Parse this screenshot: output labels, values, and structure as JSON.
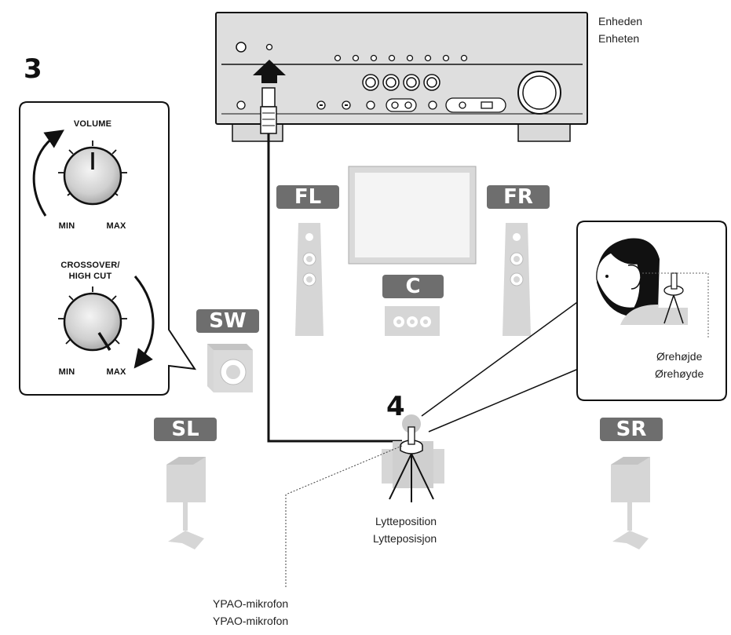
{
  "receiver": {
    "label_line1": "Enheden",
    "label_line2": "Enheten"
  },
  "steps": {
    "step3": "3",
    "step4": "4"
  },
  "knob_panel": {
    "volume_title": "VOLUME",
    "volume_min": "MIN",
    "volume_max": "MAX",
    "crossover_title_line1": "CROSSOVER/",
    "crossover_title_line2": "HIGH CUT",
    "crossover_min": "MIN",
    "crossover_max": "MAX"
  },
  "speakers": {
    "front_left": "FL",
    "front_right": "FR",
    "center": "C",
    "subwoofer": "SW",
    "surround_left": "SL",
    "surround_right": "SR"
  },
  "listening": {
    "line1": "Lytteposition",
    "line2": "Lytteposisjon"
  },
  "ear_height": {
    "line1": "Ørehøjde",
    "line2": "Ørehøyde"
  },
  "microphone": {
    "line1": "YPAO-mikrofon",
    "line2": "YPAO-mikrofon"
  },
  "colors": {
    "badge": "#6e6e6e",
    "speaker_light": "#d9d9d9",
    "outline": "#1a1a1a"
  }
}
